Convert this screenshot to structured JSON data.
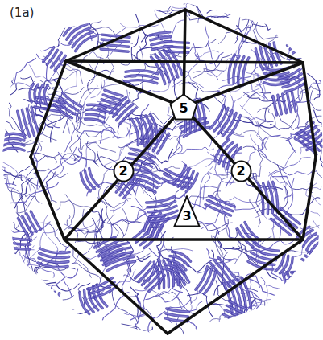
{
  "diagram": {
    "nodes": [
      {
        "text": [
          "5"
        ]
      },
      {
        "text": [
          "2"
        ]
      },
      {
        "text": [
          "2"
        ]
      },
      {
        "text": [
          "3"
        ]
      }
    ],
    "labels": [
      "(1a)"
    ]
  }
}
